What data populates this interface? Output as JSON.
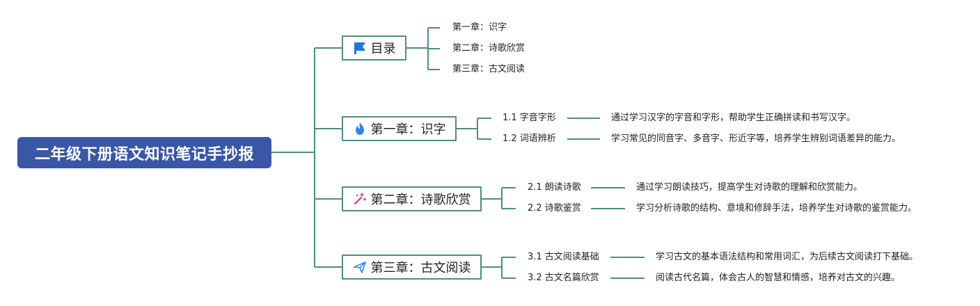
{
  "root": {
    "title": "二年级下册语文知识笔记手抄报"
  },
  "branches": [
    {
      "id": "toc",
      "label": "目录",
      "icon": "flag-icon",
      "items": [
        {
          "label": "第一章：识字"
        },
        {
          "label": "第二章：诗歌欣赏"
        },
        {
          "label": "第三章：古文阅读"
        }
      ]
    },
    {
      "id": "ch1",
      "label": "第一章：识字",
      "icon": "fire-icon",
      "items": [
        {
          "label": "1.1 字音字形",
          "desc": "通过学习汉字的字音和字形，帮助学生正确拼读和书写汉字。"
        },
        {
          "label": "1.2 词语辨析",
          "desc": "学习常见的同音字、多音字、形近字等，培养学生辨别词语差异的能力。"
        }
      ]
    },
    {
      "id": "ch2",
      "label": "第二章：诗歌欣赏",
      "icon": "magic-wand-icon",
      "items": [
        {
          "label": "2.1 朗读诗歌",
          "desc": "通过学习朗读技巧，提高学生对诗歌的理解和欣赏能力。"
        },
        {
          "label": "2.2 诗歌鉴赏",
          "desc": "学习分析诗歌的结构、意境和修辞手法，培养学生对诗歌的鉴赏能力。"
        }
      ]
    },
    {
      "id": "ch3",
      "label": "第三章：古文阅读",
      "icon": "paper-plane-icon",
      "items": [
        {
          "label": "3.1 古文阅读基础",
          "desc": "学习古文的基本语法结构和常用词汇，为后续古文阅读打下基础。"
        },
        {
          "label": "3.2 古文名篇欣赏",
          "desc": "阅读古代名篇，体会古人的智慧和情感，培养对古文的兴趣。"
        }
      ]
    }
  ],
  "colors": {
    "root_bg": "#3a57a6",
    "connector": "#4e8c7e",
    "flag_icon": "#1e78d2",
    "fire_icon": "#2f86e6",
    "wand_icon": "#e8346e",
    "plane_icon": "#2f86e6"
  }
}
